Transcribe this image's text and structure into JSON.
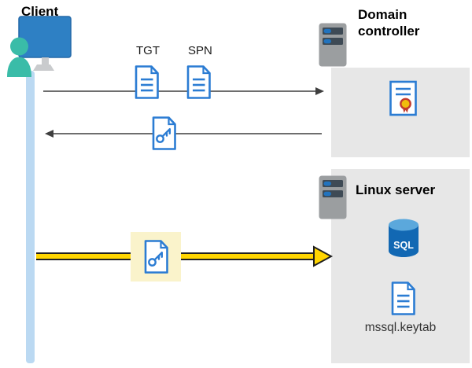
{
  "labels": {
    "client": "Client",
    "tgt": "TGT",
    "spn": "SPN",
    "domain_controller": "Domain controller",
    "linux_server": "Linux server",
    "sql_badge": "SQL",
    "keytab_file": "mssql.keytab"
  },
  "icons": {
    "client": "client-workstation-icon",
    "tgt_document": "document-icon",
    "spn_document": "document-icon",
    "response_ticket": "key-ticket-icon",
    "request_ticket": "key-ticket-icon",
    "domain_controller_server": "server-icon",
    "linux_server": "server-icon",
    "certificate": "certificate-icon",
    "sql_database": "sql-database-icon",
    "keytab_document": "document-icon"
  },
  "colors": {
    "document_blue": "#2B7CD3",
    "lifeline_blue": "#BBD9F2",
    "panel_gray": "#E7E7E7",
    "arrow_gray": "#3F3F3F",
    "arrow_yellow": "#FFD500",
    "highlight_yellow": "#FAF3CB",
    "person_teal": "#3ABCA8",
    "monitor_blue": "#2E80C4",
    "server_gray": "#9B9EA0",
    "slot_dark": "#3E4A55",
    "sql_blue": "#1268B3",
    "sql_top_blue": "#5BA8DC",
    "seal_red": "#C23B2E",
    "seal_gold": "#F0BE0D"
  }
}
